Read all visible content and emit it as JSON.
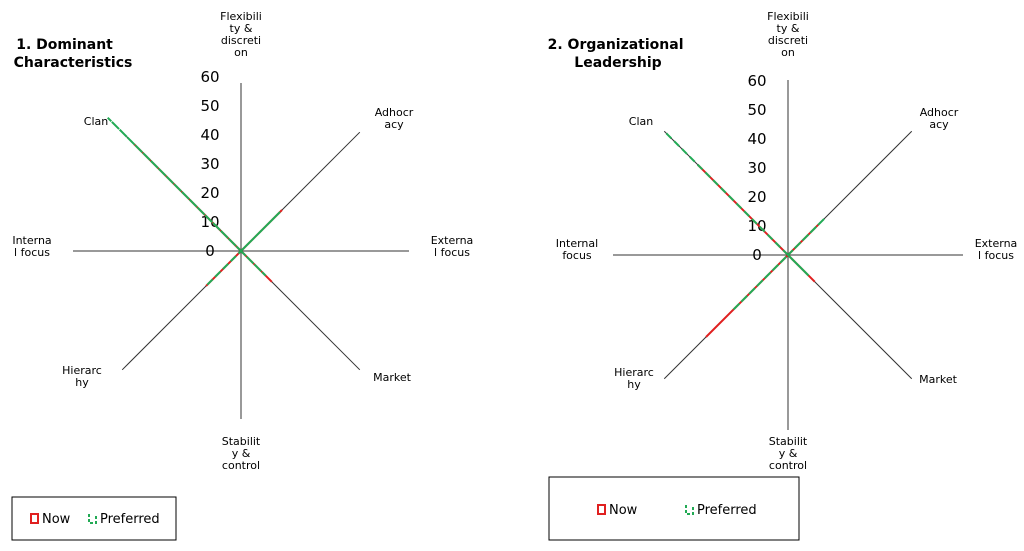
{
  "chart_data": [
    {
      "type": "radar",
      "title_lines": [
        "1. Dominant",
        "Characteristics"
      ],
      "axes": [
        {
          "name": "Flexibility & discretion",
          "label_lines": [
            "Flexibili",
            "ty &",
            "discreti",
            "on"
          ]
        },
        {
          "name": "Adhocracy",
          "label_lines": [
            "Adhocr",
            "acy"
          ]
        },
        {
          "name": "External focus",
          "label_lines": [
            "Externa",
            "l focus"
          ]
        },
        {
          "name": "Market",
          "label_lines": [
            "Market"
          ]
        },
        {
          "name": "Stability & control",
          "label_lines": [
            "Stabilit",
            "y &",
            "control"
          ]
        },
        {
          "name": "Hierarchy",
          "label_lines": [
            "Hierarc",
            "hy"
          ]
        },
        {
          "name": "Internal focus",
          "label_lines": [
            "Interna",
            "l focus"
          ]
        },
        {
          "name": "Clan",
          "label_lines": [
            "Clan"
          ]
        }
      ],
      "range": [
        0,
        60
      ],
      "ticks": [
        "0",
        "10",
        "20",
        "30",
        "40",
        "50",
        "60"
      ],
      "series": [
        {
          "name": "Now",
          "values": [
            0,
            20,
            0,
            15,
            0,
            17,
            0,
            52
          ],
          "color": "#e02020",
          "dash": "solid"
        },
        {
          "name": "Preferred",
          "values": [
            0,
            19,
            0,
            12,
            0,
            17,
            0,
            65
          ],
          "color": "#22aa55",
          "dash": "dashed"
        }
      ],
      "legend": {
        "position": "bottom-left",
        "items": [
          "Now",
          "Preferred"
        ]
      }
    },
    {
      "type": "radar",
      "title_lines": [
        "2. Organizational",
        "Leadership"
      ],
      "axes": [
        {
          "name": "Flexibility & discretion",
          "label_lines": [
            "Flexibili",
            "ty &",
            "discreti",
            "on"
          ]
        },
        {
          "name": "Adhocracy",
          "label_lines": [
            "Adhocr",
            "acy"
          ]
        },
        {
          "name": "External focus",
          "label_lines": [
            "Externa",
            "l focus"
          ]
        },
        {
          "name": "Market",
          "label_lines": [
            "Market"
          ]
        },
        {
          "name": "Stability & control",
          "label_lines": [
            "Stabilit",
            "y &",
            "control"
          ]
        },
        {
          "name": "Hierarchy",
          "label_lines": [
            "Hierarc",
            "hy"
          ]
        },
        {
          "name": "Internal focus",
          "label_lines": [
            "Internal",
            "focus"
          ]
        },
        {
          "name": "Clan",
          "label_lines": [
            "Clan"
          ]
        }
      ],
      "range": [
        0,
        60
      ],
      "ticks": [
        "0",
        "10",
        "20",
        "30",
        "40",
        "50",
        "60"
      ],
      "series": [
        {
          "name": "Now",
          "values": [
            0,
            15,
            0,
            13,
            0,
            40,
            0,
            44
          ],
          "color": "#e02020",
          "dash": "solid"
        },
        {
          "name": "Preferred",
          "values": [
            0,
            18,
            0,
            10,
            0,
            27,
            0,
            60
          ],
          "color": "#22aa55",
          "dash": "dashed"
        }
      ],
      "legend": {
        "position": "bottom",
        "items": [
          "Now",
          "Preferred"
        ]
      }
    }
  ]
}
